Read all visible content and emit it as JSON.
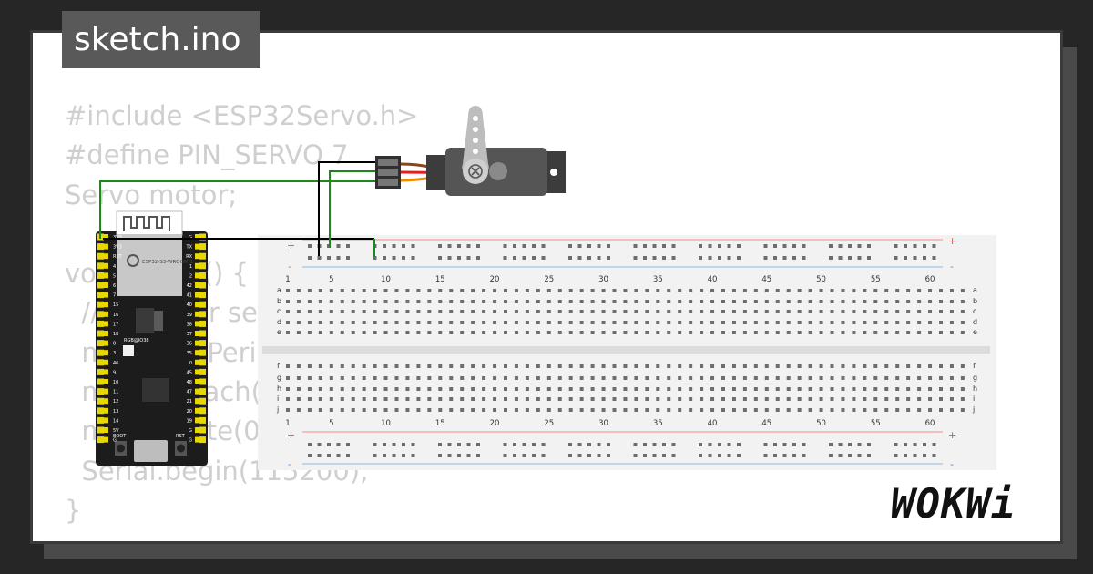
{
  "tab": {
    "filename": "sketch.ino"
  },
  "code": {
    "lines": [
      "#include <ESP32Servo.h>",
      "#define PIN_SERVO 7",
      "Servo motor;",
      "",
      "void setup() {",
      "  // put your setup code here",
      "  motor.setPeriodHertz(50);",
      "  motor.attach(PIN_SERVO);",
      "  motor.write(0);",
      "  Serial.begin(115200);",
      "}"
    ]
  },
  "board": {
    "module_label": "ESP32-S3-WROOM-1",
    "rgb_label": "RGB@IO38",
    "boot_label": "BOOT",
    "rst_label": "RST",
    "left_pins": [
      "3V3",
      "3V3",
      "RST",
      "4",
      "5",
      "6",
      "7",
      "15",
      "16",
      "17",
      "18",
      "8",
      "3",
      "46",
      "9",
      "10",
      "11",
      "12",
      "13",
      "14",
      "5V",
      "G"
    ],
    "right_pins": [
      "G",
      "TX",
      "RX",
      "1",
      "2",
      "42",
      "41",
      "40",
      "39",
      "38",
      "37",
      "36",
      "35",
      "0",
      "45",
      "48",
      "47",
      "21",
      "20",
      "19",
      "G",
      "G"
    ]
  },
  "breadboard": {
    "column_labels": [
      "1",
      "5",
      "10",
      "15",
      "20",
      "25",
      "30",
      "35",
      "40",
      "45",
      "50",
      "55",
      "60"
    ],
    "top_rows": [
      "a",
      "b",
      "c",
      "d",
      "e"
    ],
    "bottom_rows": [
      "f",
      "g",
      "h",
      "i",
      "j"
    ],
    "plus_symbol": "+",
    "minus_symbol": "-"
  },
  "colors": {
    "wire_green": "#1a8a1a",
    "wire_black": "#000000",
    "wire_red": "#e02020",
    "wire_orange": "#f08a00",
    "wire_brown": "#8b4513",
    "board_bg": "#1c1c1c",
    "pin_yellow": "#e8d800",
    "breadboard_bg": "#f2f2f2"
  },
  "logo": {
    "text": "WOKWi"
  }
}
